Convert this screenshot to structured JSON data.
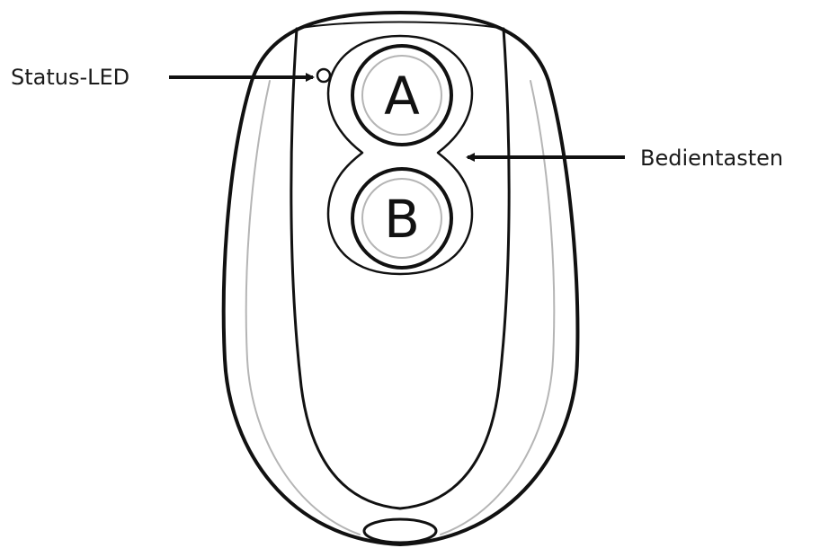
{
  "callouts": {
    "led_label": "Status-LED",
    "buttons_label": "Bedientasten"
  },
  "buttons": [
    {
      "letter": "A"
    },
    {
      "letter": "B"
    }
  ],
  "colors": {
    "line": "#111111",
    "faint_line": "#b5b5b5",
    "background": "#ffffff"
  },
  "icons": {
    "device": "remote-fob-outline",
    "led": "led-indicator-circle",
    "arrow": "arrow-pointer"
  }
}
